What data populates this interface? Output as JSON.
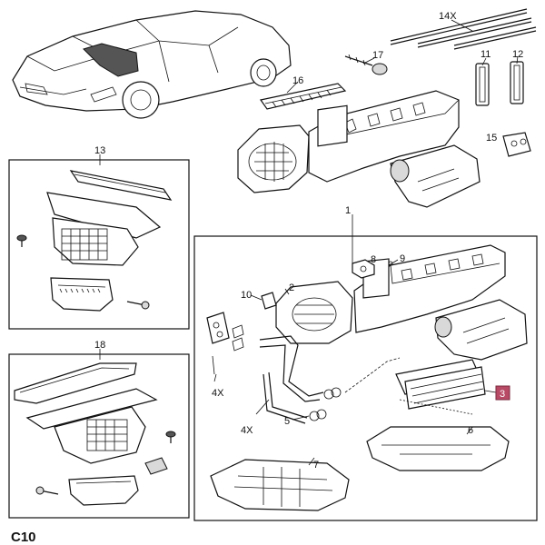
{
  "diagram": {
    "page_code": "C10",
    "callouts": {
      "p1": "1",
      "p2": "2",
      "p3": "3",
      "p5": "5",
      "p6": "6",
      "p7": "7",
      "p8": "8",
      "p9": "9",
      "p10": "10",
      "p11": "11",
      "p12": "12",
      "p13": "13",
      "p14": "14X",
      "p15": "15",
      "p16": "16",
      "p17": "17",
      "p18": "18",
      "qty_a": "4X",
      "qty_b": "4X"
    },
    "highlighted_callout": "p3",
    "highlight_color": "#b84a66"
  }
}
